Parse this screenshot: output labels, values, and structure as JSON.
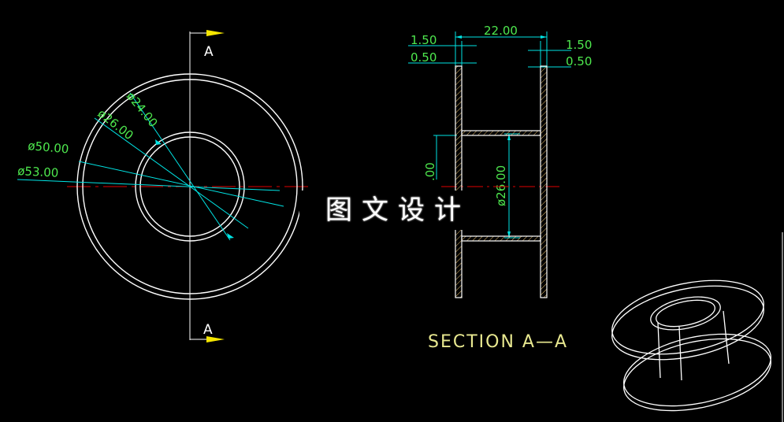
{
  "drawing": {
    "front_view": {
      "section_label_top": "A",
      "section_label_bottom": "A",
      "dimensions": [
        "ø24.00",
        "ø26.00",
        "ø50.00",
        "ø53.00"
      ]
    },
    "section_view": {
      "dimensions": {
        "overall_width": "22.00",
        "left_flange": "1.50",
        "left_wall": "0.50",
        "right_flange": "1.50",
        "right_wall": "0.50",
        "left_vertical": ".00",
        "center_vertical": "ø26.00"
      },
      "caption": "SECTION A—A"
    },
    "watermark": "图文设计",
    "colors": {
      "background": "#000000",
      "outline": "#ffffff",
      "dimension_text": "#4ee84e",
      "dimension_line": "#00e5e5",
      "center_line": "#e00000",
      "arrow": "#f5e600",
      "caption": "#e8e890"
    }
  }
}
